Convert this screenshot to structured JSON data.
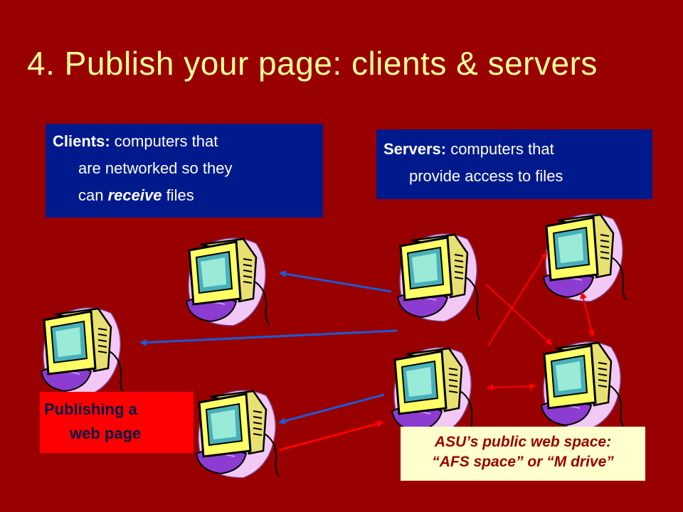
{
  "title": "4. Publish your page: clients & servers",
  "clients": {
    "label": "Clients:",
    "text1": " computers that",
    "text2": "are networked so they",
    "text3_pre": "can ",
    "text3_em": "receive",
    "text3_post": " files"
  },
  "servers": {
    "label": "Servers:",
    "text1": " computers that",
    "text2": "provide access to files"
  },
  "publishing": {
    "line1": "Publishing a",
    "line2": "web page"
  },
  "asu": {
    "line1": "ASU’s public web space:",
    "line2": "“AFS space” or “M drive”"
  },
  "colors": {
    "background": "#990000",
    "title": "#FFFF99",
    "info_box": "#001A8C",
    "publishing_box": "#FF0000",
    "asu_box": "#FFFFCC",
    "client_arrow": "#1E5AD2",
    "server_arrow": "#FF0000"
  },
  "icons": [
    "computer-icon"
  ]
}
